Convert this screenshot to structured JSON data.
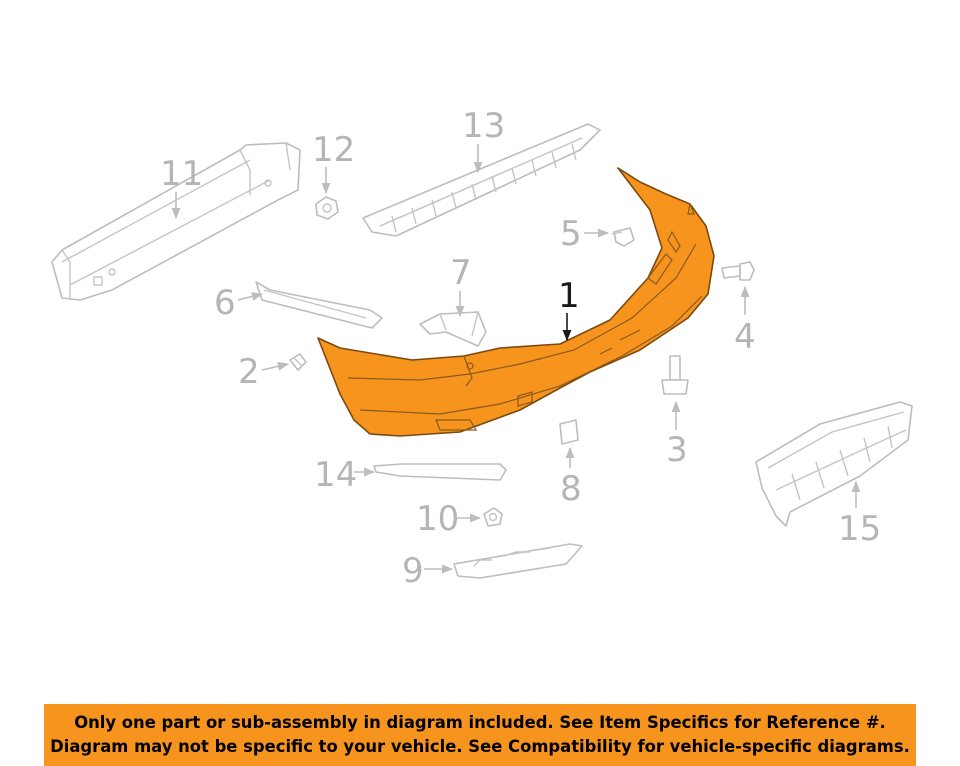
{
  "accent_color": "#f7941d",
  "highlighted_part": "1",
  "callouts": {
    "c1": "1",
    "c2": "2",
    "c3": "3",
    "c4": "4",
    "c5": "5",
    "c6": "6",
    "c7": "7",
    "c8": "8",
    "c9": "9",
    "c10": "10",
    "c11": "11",
    "c12": "12",
    "c13": "13",
    "c14": "14",
    "c15": "15"
  },
  "disclaimer": {
    "line1": "Only one part or sub-assembly in diagram included. See Item Specifics for Reference #.",
    "line2": "Diagram may not be specific to your vehicle. See Compatibility for vehicle-specific diagrams."
  }
}
